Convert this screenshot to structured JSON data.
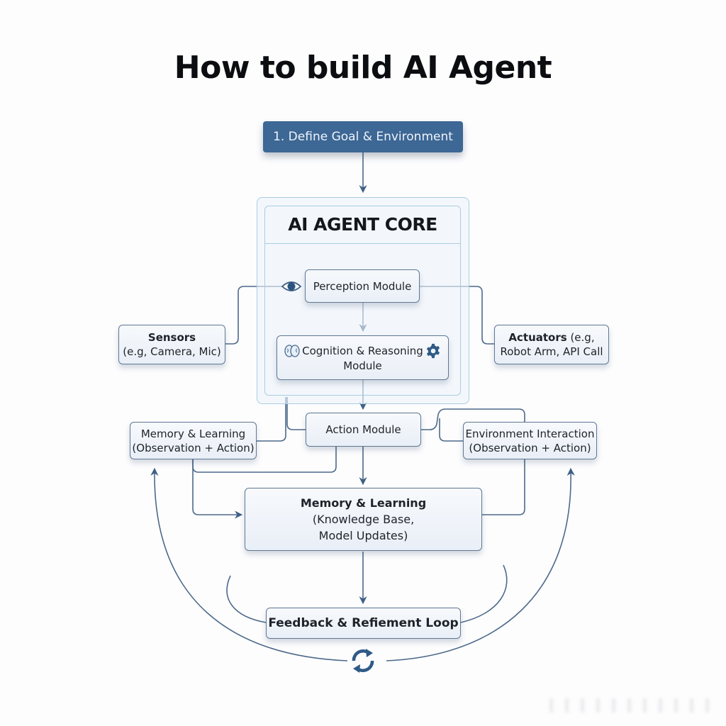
{
  "title": "How to build AI Agent",
  "colors": {
    "accent": "#3d6794",
    "line": "#4d6a8a",
    "core_border": "#a9cde0",
    "box_fill": "#eef3f9"
  },
  "nodes": {
    "goal": {
      "label": "1. Define Goal & Environment"
    },
    "core": {
      "title": "AI AGENT CORE"
    },
    "perception": {
      "label": "Perception Module",
      "icon": "eye-icon"
    },
    "cognition": {
      "line1": "Cognition & Reasoning",
      "line2": "Module",
      "icon_left": "brain-icon",
      "icon_right": "gear-icon"
    },
    "sensors": {
      "title": "Sensors",
      "subtitle": "(e.g, Camera, Mic)"
    },
    "actuators": {
      "title": "Actuators",
      "title_suffix": " (e.g,",
      "subtitle": "Robot Arm, API Call"
    },
    "action": {
      "label": "Action Module"
    },
    "memory_obs": {
      "line1": "Memory & Learning",
      "line2": "(Observation + Action)"
    },
    "env_interaction": {
      "line1": "Environment Interaction",
      "line2": "(Observation + Action)"
    },
    "memory_main": {
      "title": "Memory & Learning",
      "line2": "(Knowledge Base,",
      "line3": "Model Updates)"
    },
    "feedback": {
      "label": "Feedback & Refiement Loop",
      "icon": "refresh-cycle-icon"
    }
  }
}
